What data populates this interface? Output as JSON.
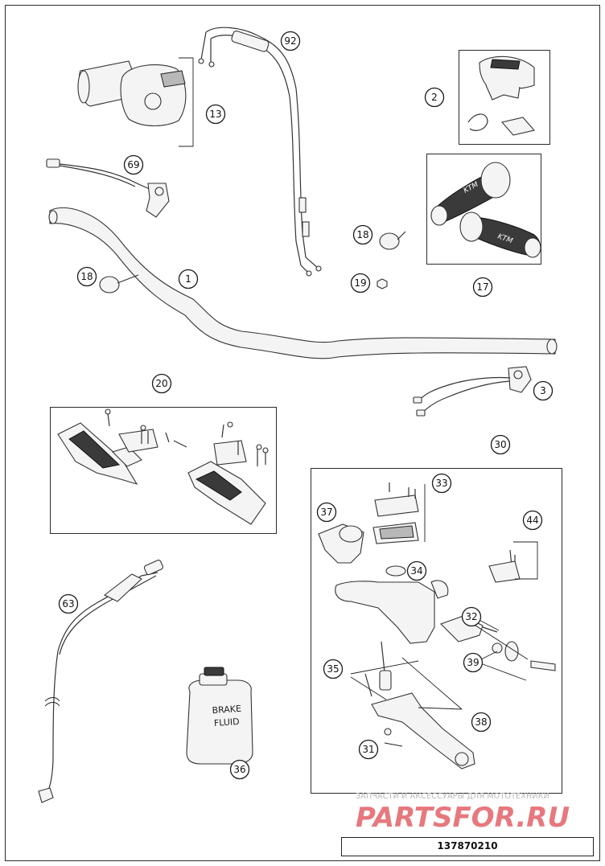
{
  "callouts": [
    {
      "id": "c92",
      "label": "92"
    },
    {
      "id": "c13",
      "label": "13"
    },
    {
      "id": "c2",
      "label": "2"
    },
    {
      "id": "c69",
      "label": "69"
    },
    {
      "id": "c18a",
      "label": "18"
    },
    {
      "id": "c18b",
      "label": "18"
    },
    {
      "id": "c1",
      "label": "1"
    },
    {
      "id": "c19",
      "label": "19"
    },
    {
      "id": "c17",
      "label": "17"
    },
    {
      "id": "c3",
      "label": "3"
    },
    {
      "id": "c20",
      "label": "20"
    },
    {
      "id": "c30",
      "label": "30"
    },
    {
      "id": "c33",
      "label": "33"
    },
    {
      "id": "c37",
      "label": "37"
    },
    {
      "id": "c44",
      "label": "44"
    },
    {
      "id": "c34",
      "label": "34"
    },
    {
      "id": "c63",
      "label": "63"
    },
    {
      "id": "c32",
      "label": "32"
    },
    {
      "id": "c39",
      "label": "39"
    },
    {
      "id": "c35",
      "label": "35"
    },
    {
      "id": "c38",
      "label": "38"
    },
    {
      "id": "c31",
      "label": "31"
    },
    {
      "id": "c36",
      "label": "36"
    }
  ],
  "brake_fluid_label": [
    "BRAKE",
    "FLUID"
  ],
  "grip_logo": "KTM",
  "watermark": {
    "caption": "ЗАПЧАСТИ И АКСЕССУАРЫ ДЛЯ МОТОТЕХНИКИ",
    "logo": "PARTSFOR.RU",
    "color": "#e0575e"
  },
  "reference_number": "137870210"
}
